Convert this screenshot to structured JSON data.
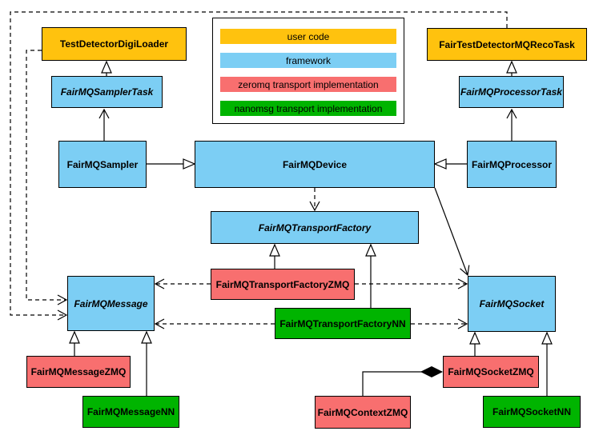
{
  "legend": {
    "items": [
      {
        "label": "user code",
        "color": "#FFC20E"
      },
      {
        "label": "framework",
        "color": "#7CCEF4"
      },
      {
        "label": "zeromq transport implementation",
        "color": "#F86F6F"
      },
      {
        "label": "nanomsg transport implementation",
        "color": "#00B400"
      }
    ]
  },
  "classes": {
    "digiLoader": {
      "label": "TestDetectorDigiLoader",
      "category": "user code",
      "abstract": false
    },
    "recoTask": {
      "label": "FairTestDetectorMQRecoTask",
      "category": "user code",
      "abstract": false
    },
    "samplerTask": {
      "label": "FairMQSamplerTask",
      "category": "framework",
      "abstract": true
    },
    "processorTask": {
      "label": "FairMQProcessorTask",
      "category": "framework",
      "abstract": true
    },
    "sampler": {
      "label": "FairMQSampler",
      "category": "framework",
      "abstract": false
    },
    "device": {
      "label": "FairMQDevice",
      "category": "framework",
      "abstract": false
    },
    "processor": {
      "label": "FairMQProcessor",
      "category": "framework",
      "abstract": false
    },
    "transportFactory": {
      "label": "FairMQTransportFactory",
      "category": "framework",
      "abstract": true
    },
    "factoryZMQ": {
      "label": "FairMQTransportFactoryZMQ",
      "category": "zeromq transport implementation",
      "abstract": false
    },
    "factoryNN": {
      "label": "FairMQTransportFactoryNN",
      "category": "nanomsg transport implementation",
      "abstract": false
    },
    "message": {
      "label": "FairMQMessage",
      "category": "framework",
      "abstract": true
    },
    "socket": {
      "label": "FairMQSocket",
      "category": "framework",
      "abstract": true
    },
    "messageZMQ": {
      "label": "FairMQMessageZMQ",
      "category": "zeromq transport implementation",
      "abstract": false
    },
    "messageNN": {
      "label": "FairMQMessageNN",
      "category": "nanomsg transport implementation",
      "abstract": false
    },
    "socketZMQ": {
      "label": "FairMQSocketZMQ",
      "category": "zeromq transport implementation",
      "abstract": false
    },
    "contextZMQ": {
      "label": "FairMQContextZMQ",
      "category": "zeromq transport implementation",
      "abstract": false
    },
    "socketNN": {
      "label": "FairMQSocketNN",
      "category": "nanomsg transport implementation",
      "abstract": false
    }
  },
  "colors": {
    "user_code": "#FFC20E",
    "framework": "#7CCEF4",
    "zeromq": "#F86F6F",
    "nanomsg": "#00B400",
    "line": "#000000",
    "background": "#FFFFFF"
  }
}
